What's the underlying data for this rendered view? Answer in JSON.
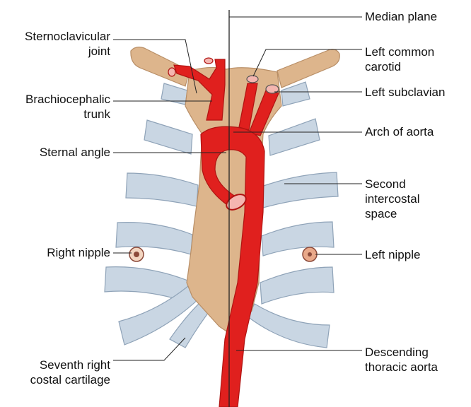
{
  "colors": {
    "artery": "#e0201e",
    "artery_dark": "#b01412",
    "sternum": "#ddb58c",
    "sternum_edge": "#b88e66",
    "cartilage": "#c9d6e3",
    "cartilage_edge": "#8fa3b8",
    "line": "#222222"
  },
  "labels": {
    "left_side": {
      "sternoclavicular_1": "Sternoclavicular",
      "sternoclavicular_2": "joint",
      "brachiocephalic_1": "Brachiocephalic",
      "brachiocephalic_2": "trunk",
      "sternal_angle": "Sternal angle",
      "right_nipple": "Right nipple",
      "seventh_1": "Seventh right",
      "seventh_2": "costal cartilage"
    },
    "right_side": {
      "median_plane": "Median plane",
      "left_common_1": "Left common",
      "left_common_2": "carotid",
      "left_subclavian": "Left subclavian",
      "arch_of_aorta": "Arch of aorta",
      "second_1": "Second",
      "second_2": "intercostal",
      "second_3": "space",
      "left_nipple": "Left nipple",
      "descending_1": "Descending",
      "descending_2": "thoracic aorta"
    }
  }
}
